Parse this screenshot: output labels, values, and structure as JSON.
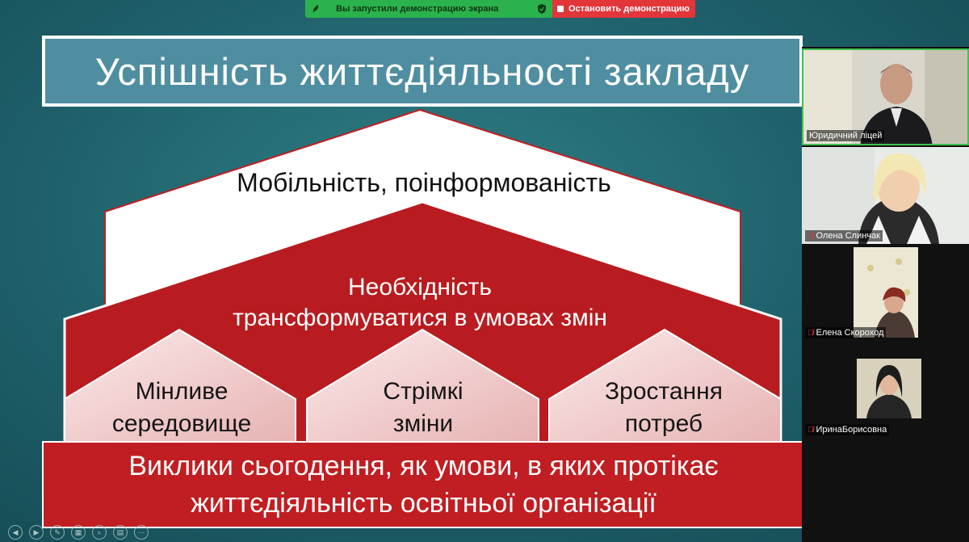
{
  "share_bar": {
    "message": "Вы запустили демонстрацию экрана",
    "stop_label": "Остановить демонстрацию",
    "colors": {
      "left": "#2bb24c",
      "right": "#e2363a"
    }
  },
  "slide": {
    "title": "Успішність життєдіяльності закладу",
    "roof_text": "Мобільність, поінформованість",
    "middle_line1": "Необхідність",
    "middle_line2": "трансформуватися в умовах змін",
    "small_houses": [
      {
        "line1": "Мінливе",
        "line2": "середовище"
      },
      {
        "line1": "Стрімкі",
        "line2": "зміни"
      },
      {
        "line1": "Зростання",
        "line2": "потреб"
      }
    ],
    "foundation_line1": "Виклики сьогодення, як умови, в яких протікає",
    "foundation_line2": "життєдіяльність освітньої організації",
    "colors": {
      "title_bg": "#4f8ea1",
      "accent_red": "#c01e22",
      "pink": "#f0c9c9"
    }
  },
  "participants": [
    {
      "name": "Юридичний ліцей",
      "muted": false
    },
    {
      "name": "Олена Слинчак",
      "muted": true
    },
    {
      "name": "Елена Скороход",
      "muted": true
    },
    {
      "name": "ИринаБорисовна",
      "muted": true
    }
  ],
  "controls": [
    "prev-icon",
    "next-icon",
    "pen-icon",
    "slides-icon",
    "zoom-icon",
    "subtitles-icon",
    "more-icon"
  ]
}
